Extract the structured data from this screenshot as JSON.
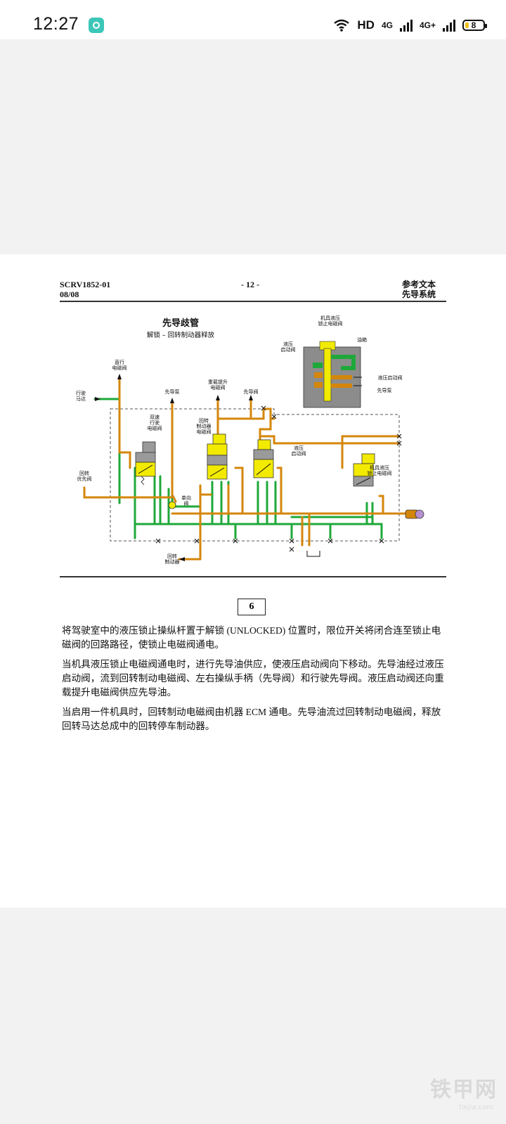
{
  "status_bar": {
    "time": "12:27",
    "network_hd": "HD",
    "network_1": "4G",
    "network_2": "4G+",
    "battery": "8",
    "icons": [
      "app-notification-icon",
      "wifi-icon",
      "signal-icon",
      "signal-icon",
      "battery-icon"
    ]
  },
  "document": {
    "header_left_1": "SCRV1852-01",
    "header_left_2": "08/08",
    "header_center": "- 12 -",
    "header_right_1": "参考文本",
    "header_right_2": "先导系统",
    "figure_number": "6",
    "diagram": {
      "title": "先导歧管",
      "subtitle": "解锁 – 回转制动器释放",
      "labels": {
        "travel_motor": [
          "行驶",
          "马达"
        ],
        "straight_travel_solenoid": [
          "直行",
          "电磁阀"
        ],
        "pilot_pump_top": "先导泵",
        "heavy_lift_solenoid": [
          "重载提升",
          "电磁阀"
        ],
        "pilot_valve": "先导阀",
        "two_speed_travel_solenoid": [
          "双速",
          "行驶",
          "电磁阀"
        ],
        "swing_brake_solenoid": [
          "回转",
          "制动器",
          "电磁阀"
        ],
        "hydraulic_activation_valve": [
          "液压",
          "启动阀"
        ],
        "implement_lock_solenoid": [
          "机具液压",
          "锁止电磁阀"
        ],
        "swing_priority_valve": [
          "回转",
          "优先阀"
        ],
        "check_valve": [
          "单向",
          "阀"
        ],
        "swing_brake": [
          "回转",
          "制动器"
        ],
        "inset_lock_solenoid": [
          "机具液压",
          "锁止电磁阀"
        ],
        "inset_activation_valve": [
          "液压",
          "启动阀"
        ],
        "inset_tank": "油箱",
        "inset_activation_valve_right": "液压启动阀",
        "inset_pilot_pump": "先导泵"
      }
    },
    "paragraphs": [
      "将驾驶室中的液压锁止操纵杆置于解锁 (UNLOCKED) 位置时，限位开关将闭合连至锁止电磁阀的回路路径，使锁止电磁阀通电。",
      "当机具液压锁止电磁阀通电时，进行先导油供应，使液压启动阀向下移动。先导油经过液压启动阀，流到回转制动电磁阀、左右操纵手柄（先导阀）和行驶先导阀。液压启动阀还向重载提升电磁阀供应先导油。",
      "当启用一件机具时，回转制动电磁阀由机器 ECM 通电。先导油流过回转制动电磁阀，释放回转马达总成中的回转停车制动器。"
    ]
  },
  "watermark": {
    "text": "铁甲网",
    "sub": "tiejia.com"
  },
  "colors": {
    "pilot_oil": "#d4860a",
    "return_oil": "#1fa83a",
    "solenoid_yellow": "#f2ea00",
    "valve_gray": "#9a9a9a",
    "inset_bg": "#8c8c8c"
  }
}
